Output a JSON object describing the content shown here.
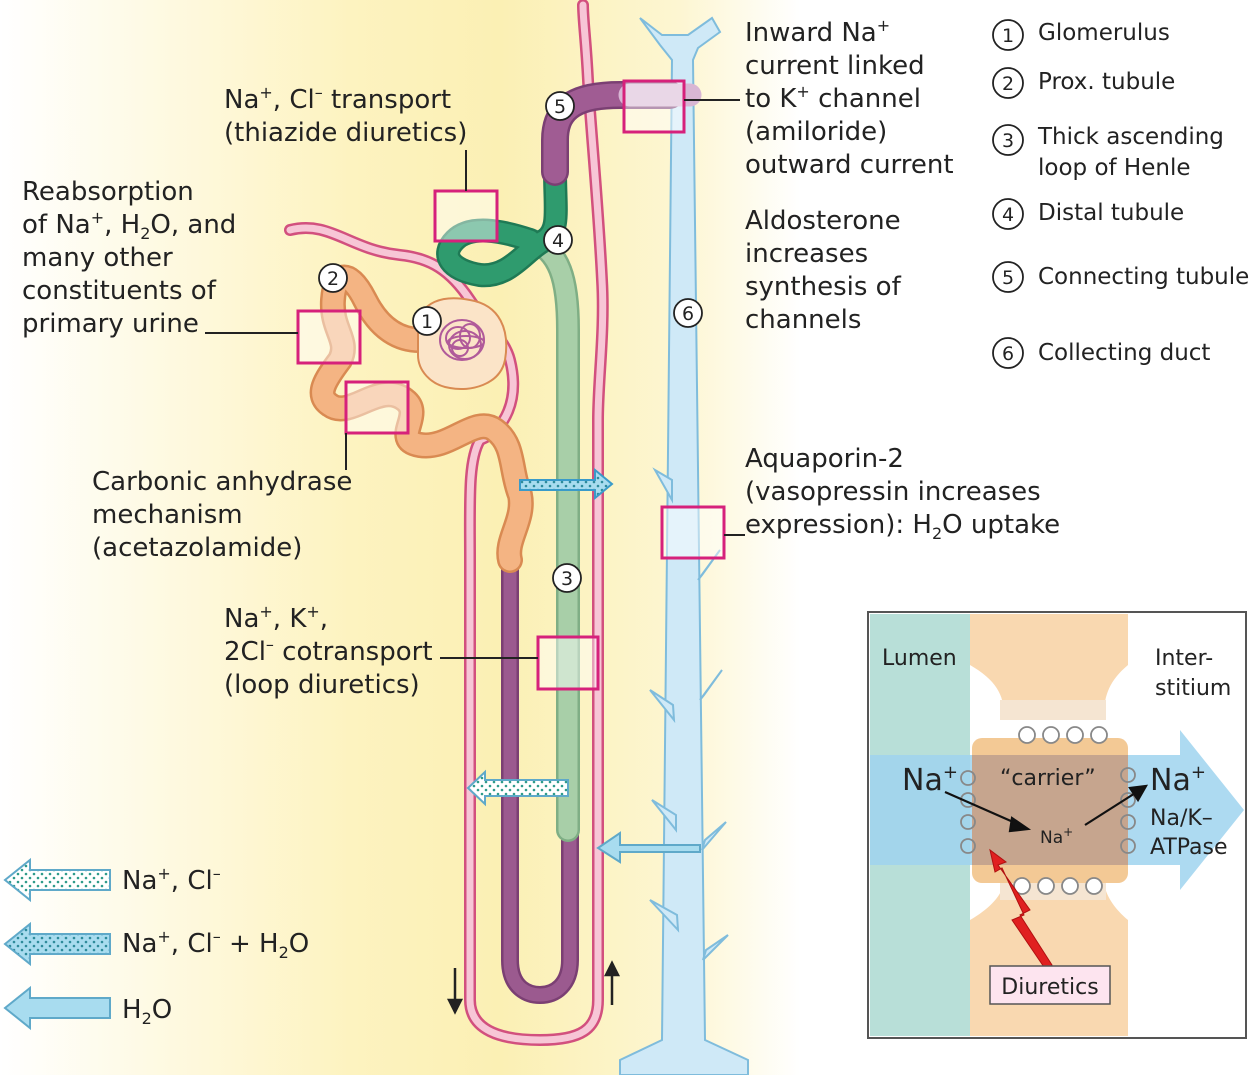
{
  "numbers": {
    "n1": "1",
    "n2": "2",
    "n3": "3",
    "n4": "4",
    "n5": "5",
    "n6": "6"
  },
  "legend_structures": [
    {
      "num": "1",
      "label": "Glomerulus"
    },
    {
      "num": "2",
      "label": "Prox. tubule"
    },
    {
      "num": "3",
      "label": "Thick ascending",
      "label2": "loop of Henle"
    },
    {
      "num": "4",
      "label": "Distal tubule"
    },
    {
      "num": "5",
      "label": "Connecting tubule"
    },
    {
      "num": "6",
      "label": "Collecting duct"
    }
  ],
  "labels": {
    "thiazide": {
      "line1_a": "Na",
      "line1_sup1": "+",
      "line1_b": ", Cl",
      "line1_sup2": "–",
      "line1_c": " transport",
      "line2": "(thiazide diuretics)"
    },
    "reabsorption": {
      "l1": "Reabsorption",
      "l2_a": "of Na",
      "l2_sup": "+",
      "l2_b": ", H",
      "l2_sub": "2",
      "l2_c": "O, and",
      "l3": "many other",
      "l4": "constituents of",
      "l5": "primary urine"
    },
    "carbonic": {
      "l1": "Carbonic anhydrase",
      "l2": "mechanism",
      "l3": "(acetazolamide)"
    },
    "loop": {
      "l1_a": "Na",
      "l1_sup1": "+",
      "l1_b": ", K",
      "l1_sup2": "+",
      "l1_c": ",",
      "l2_a": "2Cl",
      "l2_sup": "–",
      "l2_b": " cotransport",
      "l3": "(loop diuretics)"
    },
    "amiloride": {
      "l1_a": "Inward Na",
      "l1_sup": "+",
      "l2": "current linked",
      "l3_a": "to K",
      "l3_sup": "+",
      "l3_b": " channel",
      "l4": "(amiloride)",
      "l5": "outward current"
    },
    "aldosterone": {
      "l1": "Aldosterone",
      "l2": "increases",
      "l3": "synthesis of",
      "l4": "channels"
    },
    "aquaporin": {
      "l1": "Aquaporin-2",
      "l2": "(vasopressin increases",
      "l3_a": "expression): H",
      "l3_sub": "2",
      "l3_b": "O uptake"
    }
  },
  "flow_legend": {
    "nacl": {
      "a": "Na",
      "sup1": "+",
      "b": ", Cl",
      "sup2": "–"
    },
    "nacl_h2o": {
      "a": "Na",
      "sup1": "+",
      "b": ", Cl",
      "sup2": "–",
      "c": " + H",
      "sub": "2",
      "d": "O"
    },
    "h2o": {
      "a": "H",
      "sub": "2",
      "b": "O"
    }
  },
  "inset": {
    "lumen": "Lumen",
    "inter1": "Inter-",
    "inter2": "stitium",
    "na_left": "Na",
    "na_left_sup": "+",
    "carrier": "“carrier”",
    "na_center": "Na",
    "na_center_sup": "+",
    "na_right": "Na",
    "na_right_sup": "+",
    "atpase1": "Na/K–",
    "atpase2": "ATPase",
    "diuretics": "Diuretics"
  },
  "colors": {
    "background_gradient_center": "#fdf6c8",
    "proximal_tubule": "#f4b483",
    "thin_limb": "#9b5a8f",
    "thick_ascending": "#a8cfa8",
    "distal_tubule": "#2f9b6e",
    "connecting_tubule": "#a05c93",
    "collecting_duct": "#cfe9f7",
    "capillary": "#ef8fb0",
    "marker_box": "#d6217b",
    "inset_lumen": "#b8dfd8",
    "inset_cell": "#f9d8b0",
    "inset_arrow": "#9fd4ef",
    "diuretic_arrow": "#e02020"
  }
}
